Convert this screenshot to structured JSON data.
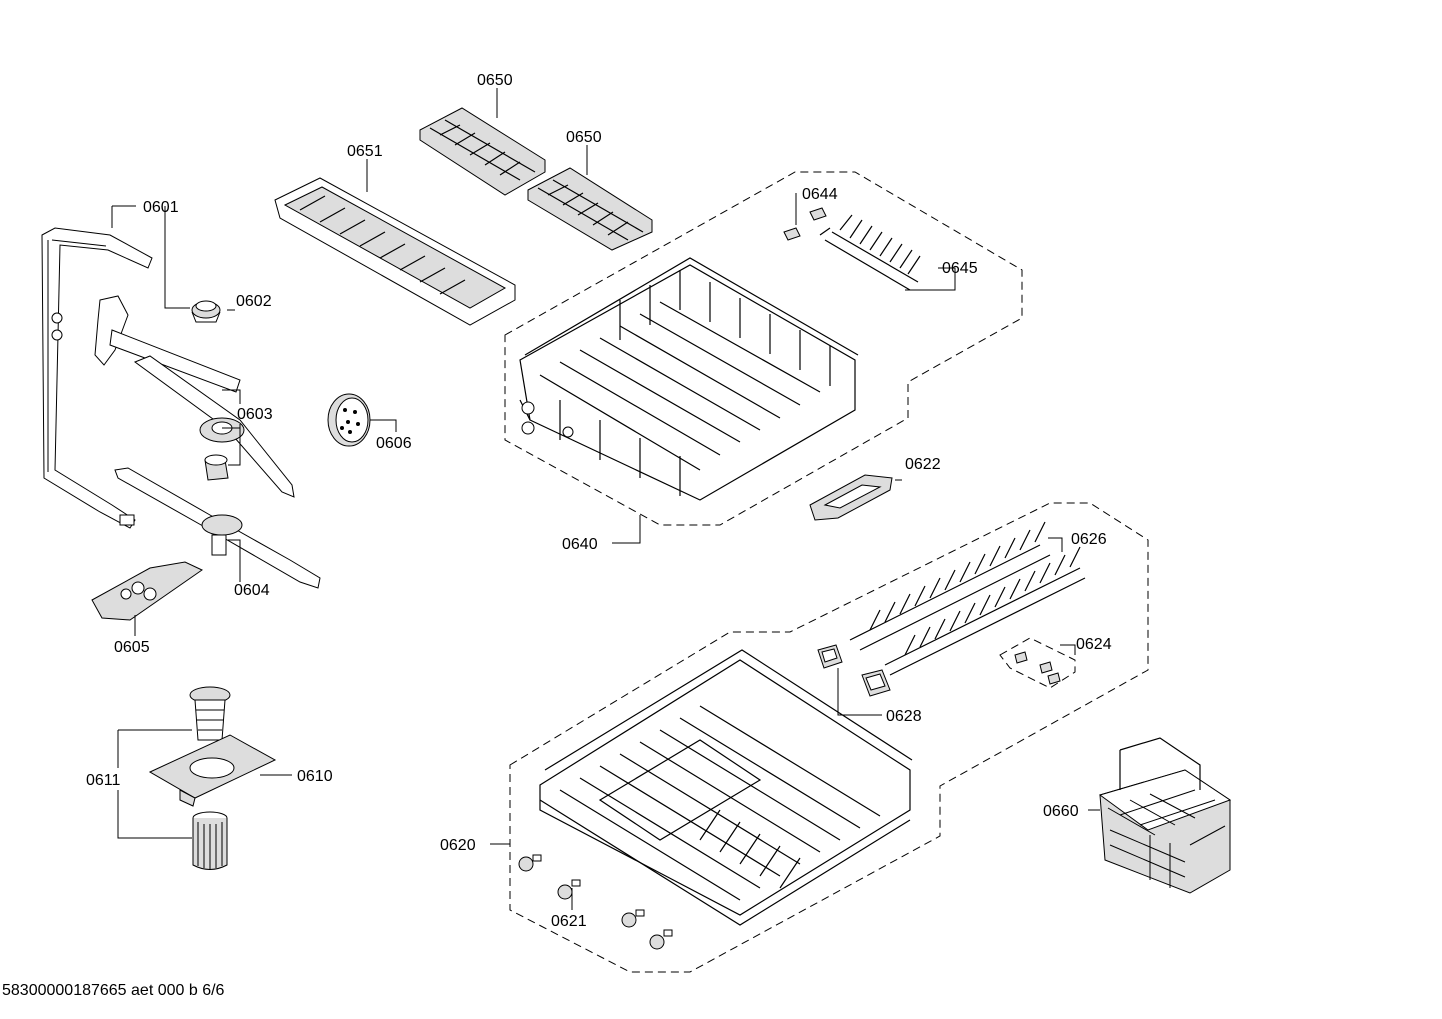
{
  "footer": {
    "document_code": "58300000187665 aet 000 b 6/6"
  },
  "callouts": {
    "c0601": "0601",
    "c0602": "0602",
    "c0603": "0603",
    "c0604": "0604",
    "c0605": "0605",
    "c0606": "0606",
    "c0610": "0610",
    "c0611": "0611",
    "c0620": "0620",
    "c0621": "0621",
    "c0622": "0622",
    "c0624": "0624",
    "c0626": "0626",
    "c0628": "0628",
    "c0640": "0640",
    "c0644": "0644",
    "c0645": "0645",
    "c0650a": "0650",
    "c0650b": "0650",
    "c0651": "0651",
    "c0660": "0660"
  }
}
